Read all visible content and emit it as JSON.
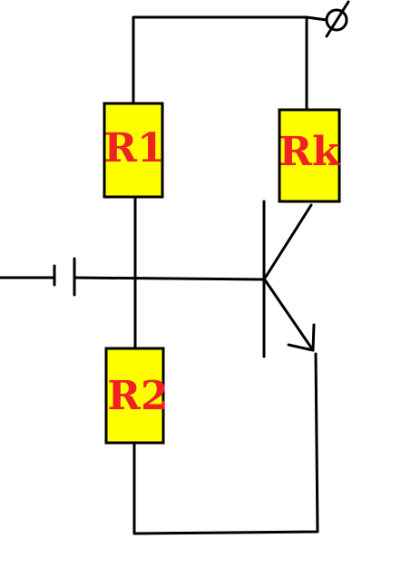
{
  "diagram": {
    "labels": {
      "r1": "R1",
      "rk": "Rk",
      "r2": "R2"
    },
    "colors": {
      "wire": "#000000",
      "resistor_fill": "#ffff00",
      "label": "#ee2222",
      "background": "#ffffff"
    }
  }
}
